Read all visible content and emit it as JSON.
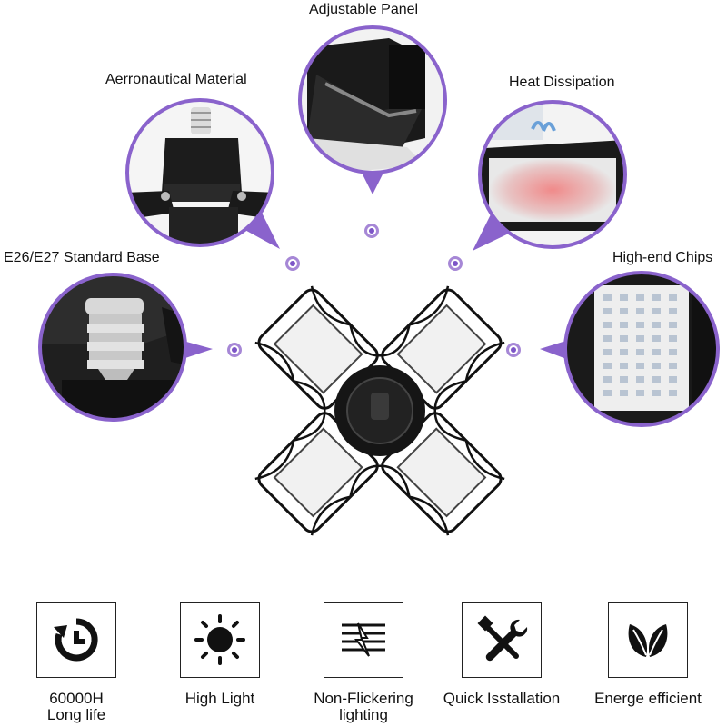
{
  "callouts": {
    "adjustable_panel": "Adjustable Panel",
    "aeronautical_material": "Aerronautical Material",
    "heat_dissipation": "Heat Dissipation",
    "standard_base": "E26/E27 Standard Base",
    "high_end_chips": "High-end Chips"
  },
  "features": [
    {
      "icon": "clock-icon",
      "line1": "60000H",
      "line2": "Long life"
    },
    {
      "icon": "sun-icon",
      "line1": "High Light",
      "line2": ""
    },
    {
      "icon": "no-flicker-icon",
      "line1": "Non-Flickering",
      "line2": "lighting"
    },
    {
      "icon": "tools-icon",
      "line1": "Quick Isstallation",
      "line2": ""
    },
    {
      "icon": "leaf-icon",
      "line1": "Energe efficient",
      "line2": ""
    }
  ],
  "colors": {
    "accent_purple": "#7d55c7",
    "ring_purple": "#8a63cc",
    "lamp_black": "#111111",
    "panel_white": "#f4f4f4",
    "heat_red": "#e8727a"
  }
}
